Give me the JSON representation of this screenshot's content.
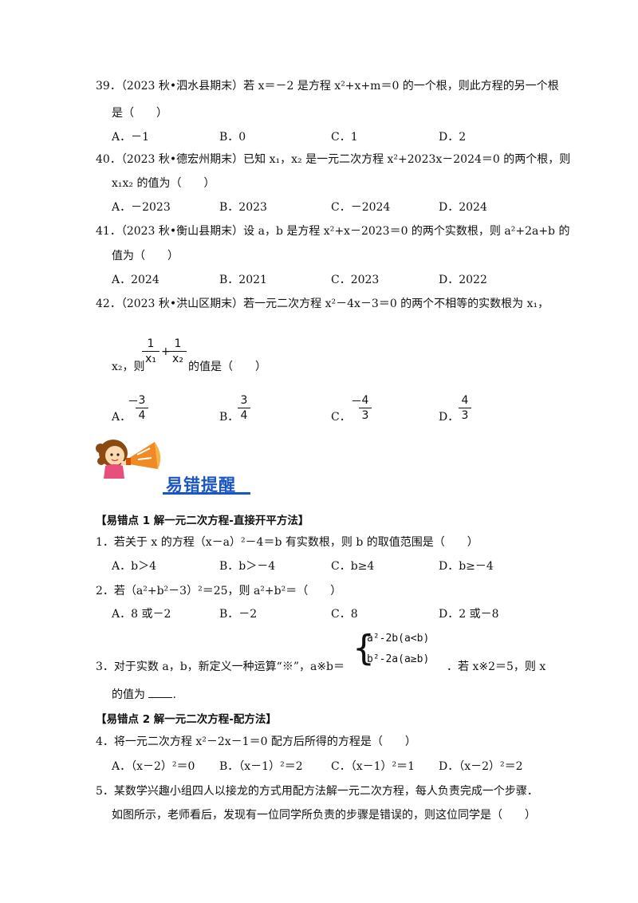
{
  "q39": {
    "line1": "39．（2023 秋•泗水县期末）若 x＝－2 是方程 x²+x+m＝0 的一个根，则此方程的另一个根",
    "line2": "是（　　）",
    "opts": [
      "A．－1",
      "B．0",
      "C．1",
      "D．2"
    ]
  },
  "q40": {
    "line1": "40．（2023 秋•德宏州期末）已知 x₁，x₂ 是一元二次方程 x²+2023x－2024＝0 的两个根，则",
    "line2": "x₁x₂ 的值为（　　）",
    "opts": [
      "A．－2023",
      "B．2023",
      "C．－2024",
      "D．2024"
    ]
  },
  "q41": {
    "line1": "41．（2023 秋•衡山县期末）设 a，b 是方程 x²+x－2023＝0 的两个实数根，则 a²+2a+b 的",
    "line2": "值为（　　）",
    "opts": [
      "A．2024",
      "B．2021",
      "C．2023",
      "D．2022"
    ]
  },
  "q42": {
    "line1": "42．（2023 秋•洪山区期末）若一元二次方程 x²－4x－3＝0 的两个不相等的实数根为 x₁，",
    "line2_pre": "x₂，则",
    "line2_post": "的值是（　　）",
    "frac1": {
      "num": "1",
      "den": "x₁"
    },
    "frac2": {
      "num": "1",
      "den": "x₂"
    },
    "plus": "+",
    "opts": [
      {
        "label": "A．",
        "sign": "－",
        "num": "3",
        "den": "4"
      },
      {
        "label": "B．",
        "sign": "",
        "num": "3",
        "den": "4"
      },
      {
        "label": "C．",
        "sign": "－",
        "num": "4",
        "den": "3"
      },
      {
        "label": "D．",
        "sign": "",
        "num": "4",
        "den": "3"
      }
    ]
  },
  "banner": {
    "title": "易错提醒",
    "icon": "girl-megaphone-icon",
    "accent": "#1a55c8"
  },
  "sec1": {
    "header": "【易错点 1  解一元二次方程-直接开平方法】",
    "q1": {
      "line": "1．若关于 x 的方程（x－a）²－4＝b 有实数根，则 b 的取值范围是（　　）",
      "opts": [
        "A．b＞4",
        "B．b＞－4",
        "C．b≥4",
        "D．b≥－4"
      ]
    },
    "q2": {
      "line": "2．若（a²+b²－3）²＝25，则 a²+b²＝（　　）",
      "opts": [
        "A．8 或－2",
        "B．－2",
        "C．8",
        "D．2 或－8"
      ]
    },
    "q3": {
      "pre": "3．对于实数 a，b，新定义一种运算“※”，a※b＝",
      "piece1": "a²-2b(a<b)",
      "piece2": "b²-2a(a≥b)",
      "post": "．若 x※2＝5，则 x",
      "line2": "的值为"
    }
  },
  "sec2": {
    "header": "【易错点 2  解一元二次方程-配方法】",
    "q4": {
      "line": "4．将一元二次方程 x²－2x－1＝0 配方后所得的方程是（　　）",
      "opts": [
        "A．（x－2）²＝0",
        "B．（x－1）²＝2",
        "C．（x－1）²＝1",
        "D．（x－2）²＝2"
      ]
    },
    "q5": {
      "line1": "5．某数学兴趣小组四人以接龙的方式用配方法解一元二次方程，每人负责完成一个步骤．",
      "line2": "如图所示，老师看后，发现有一位同学所负责的步骤是错误的，则这位同学是（　　）"
    }
  }
}
